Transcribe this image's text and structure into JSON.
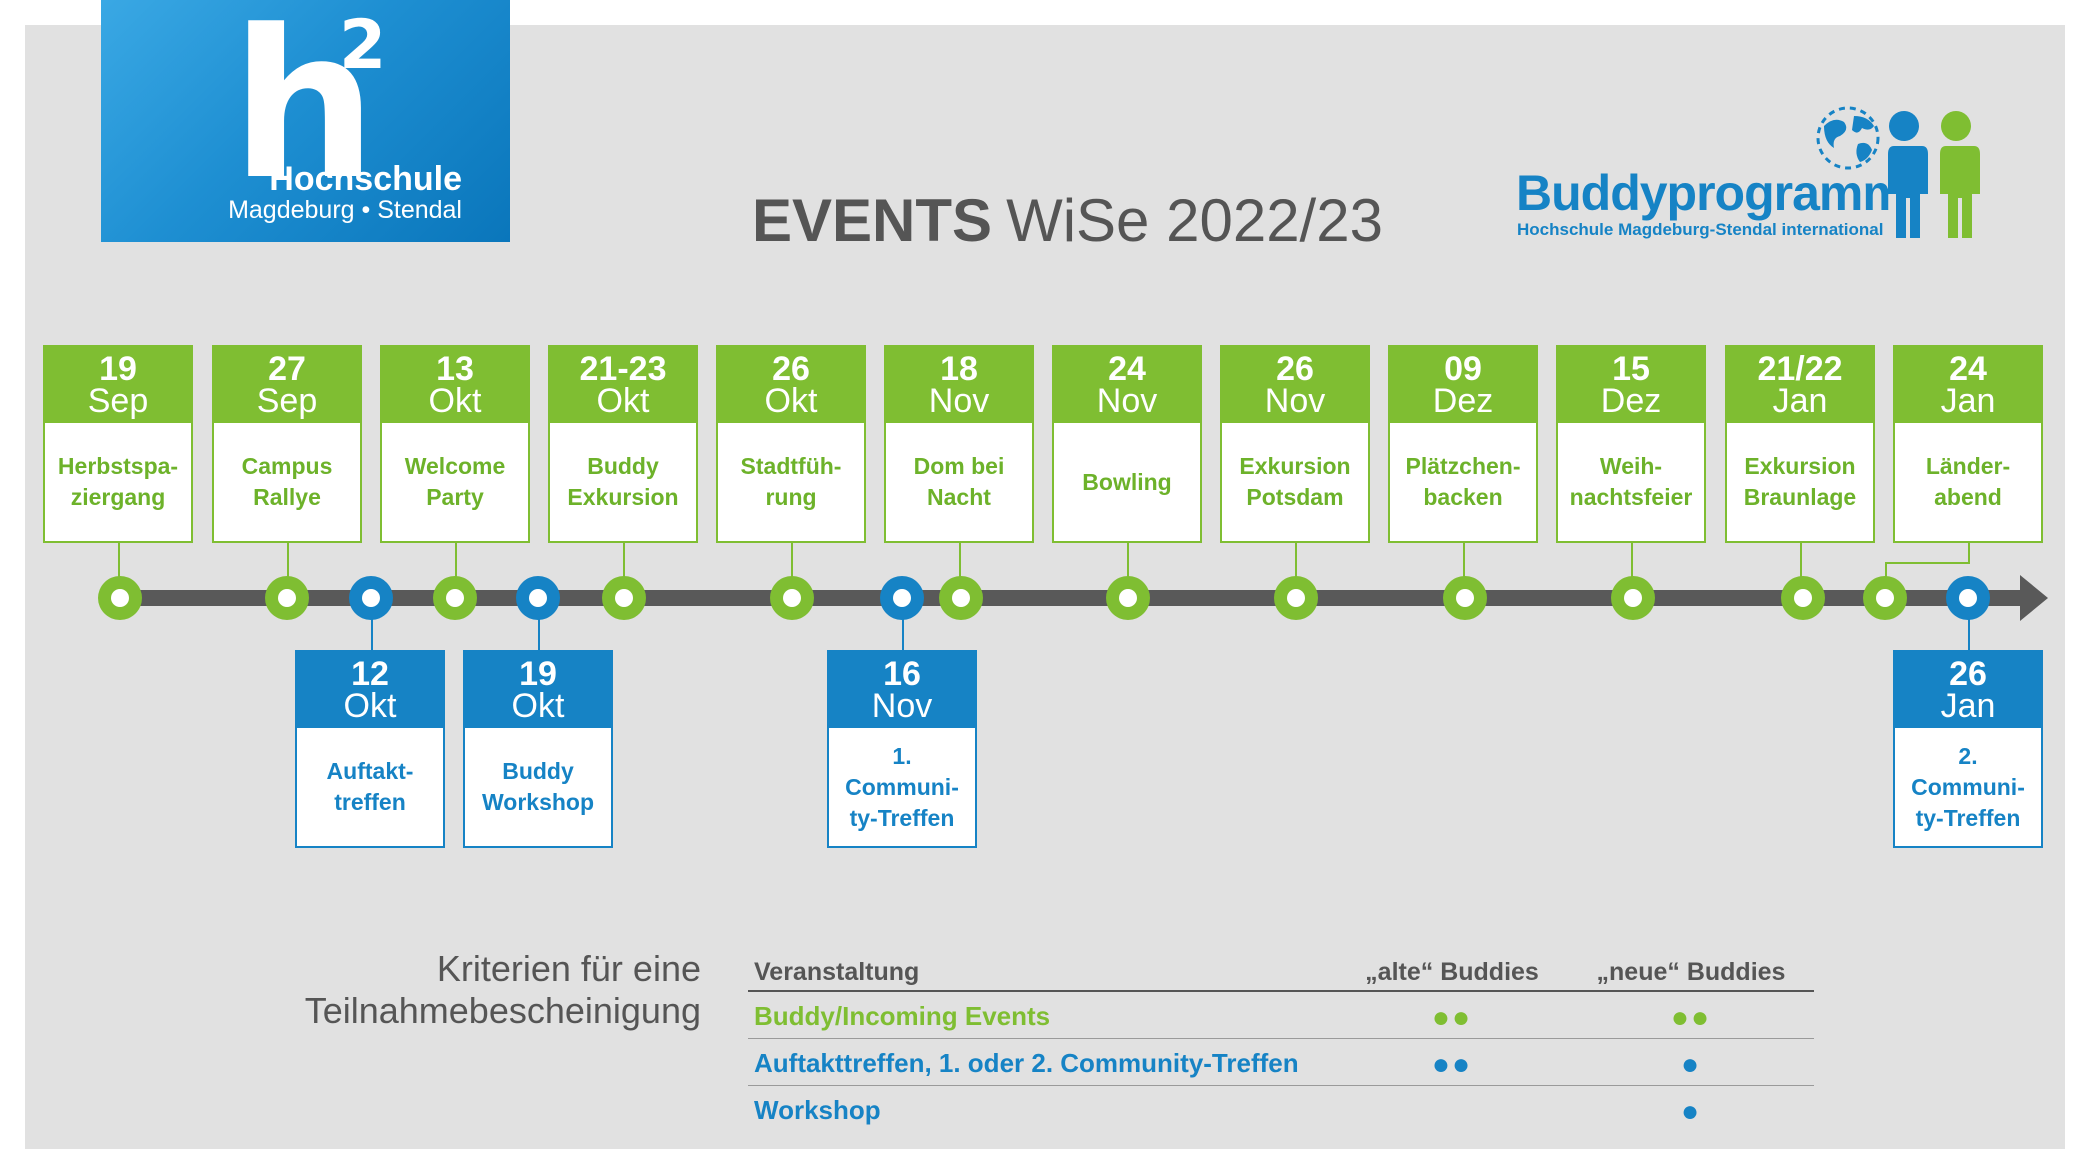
{
  "logo": {
    "mark": "h",
    "superscript": "2",
    "name": "Hochschule",
    "sub": "Magdeburg • Stendal"
  },
  "title": {
    "bold": "EVENTS",
    "rest": "WiSe 2022/23"
  },
  "buddy": {
    "name": "Buddyprogramm",
    "sub": "Hochschule Magdeburg-Stendal international"
  },
  "colors": {
    "green": "#7fbe32",
    "blue": "#1683c5",
    "dark": "#595959",
    "panel": "#e1e1e1"
  },
  "top_events": [
    {
      "day": "19",
      "month": "Sep",
      "name": "Herbstspa-\nziergang"
    },
    {
      "day": "27",
      "month": "Sep",
      "name": "Campus\nRallye"
    },
    {
      "day": "13",
      "month": "Okt",
      "name": "Welcome\nParty"
    },
    {
      "day": "21-23",
      "month": "Okt",
      "name": "Buddy\nExkursion"
    },
    {
      "day": "26",
      "month": "Okt",
      "name": "Stadtfüh-\nrung"
    },
    {
      "day": "18",
      "month": "Nov",
      "name": "Dom bei\nNacht"
    },
    {
      "day": "24",
      "month": "Nov",
      "name": "Bowling"
    },
    {
      "day": "26",
      "month": "Nov",
      "name": "Exkursion\nPotsdam"
    },
    {
      "day": "09",
      "month": "Dez",
      "name": "Plätzchen-\nbacken"
    },
    {
      "day": "15",
      "month": "Dez",
      "name": "Weih-\nnachtsfeier"
    },
    {
      "day": "21/22",
      "month": "Jan",
      "name": "Exkursion\nBraunlage"
    },
    {
      "day": "24",
      "month": "Jan",
      "name": "Länder-\nabend"
    }
  ],
  "bottom_events": [
    {
      "day": "12",
      "month": "Okt",
      "name": "Auftakt-\ntreffen"
    },
    {
      "day": "19",
      "month": "Okt",
      "name": "Buddy\nWorkshop"
    },
    {
      "day": "16",
      "month": "Nov",
      "name": "1.\nCommuni-\nty-Treffen"
    },
    {
      "day": "26",
      "month": "Jan",
      "name": "2.\nCommuni-\nty-Treffen"
    }
  ],
  "criteria": {
    "title_line1": "Kriterien für eine",
    "title_line2": "Teilnahmebescheinigung",
    "headers": [
      "Veranstaltung",
      "„alte“ Buddies",
      "„neue“ Buddies"
    ],
    "rows": [
      {
        "label": "Buddy/Incoming Events",
        "old": "●●",
        "new": "●●"
      },
      {
        "label": "Auftakttreffen, 1. oder 2. Community-Treffen",
        "old": "●●",
        "new": "●"
      },
      {
        "label": "Workshop",
        "old": "",
        "new": "●"
      }
    ]
  }
}
